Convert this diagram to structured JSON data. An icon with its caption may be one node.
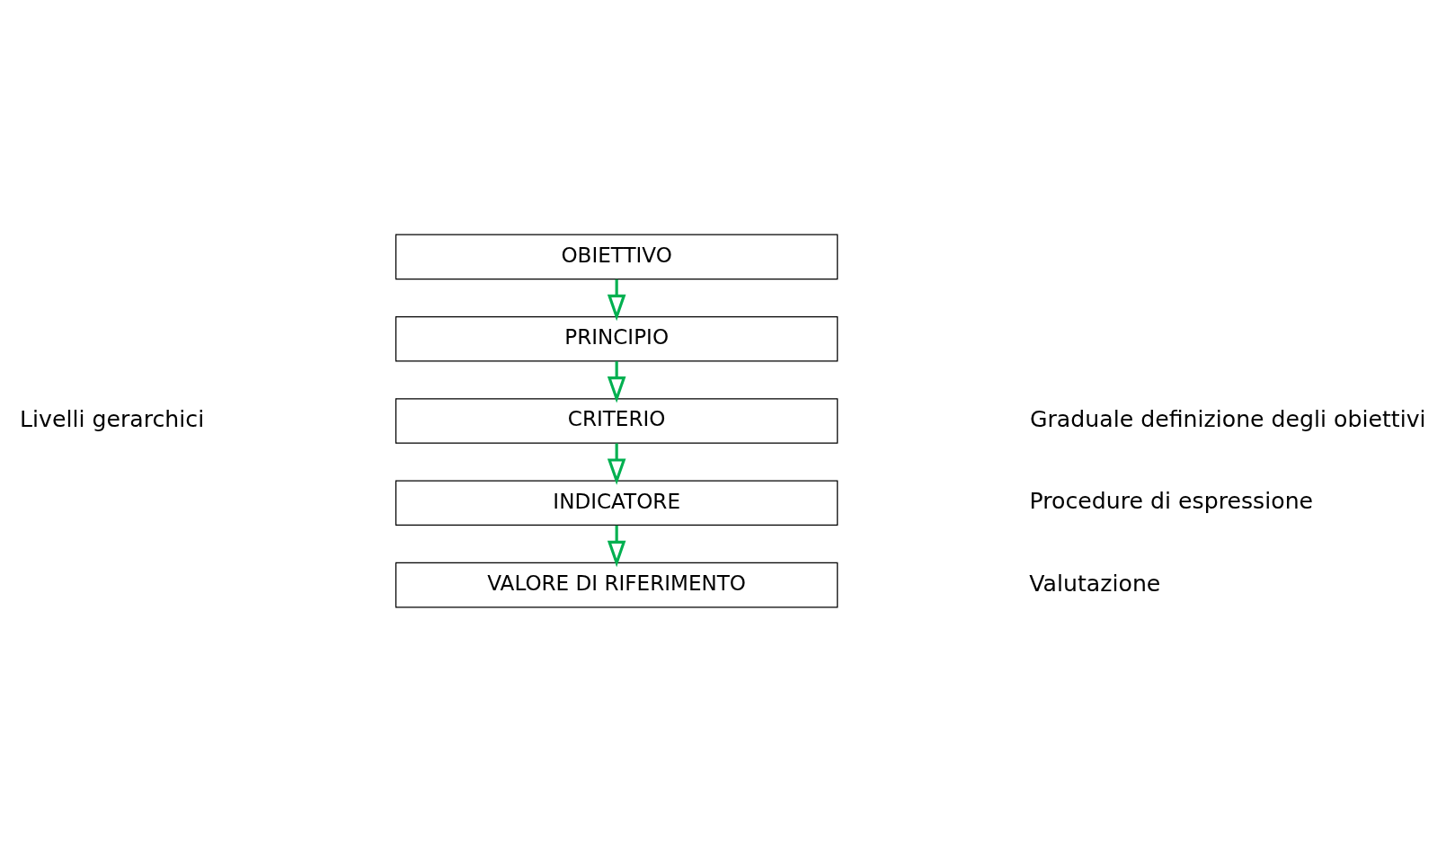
{
  "diagram": {
    "nodes": [
      {
        "text": [
          "OBIETTIVO"
        ]
      },
      {
        "text": [
          "PRINCIPIO"
        ]
      },
      {
        "text": [
          "CRITERIO"
        ]
      },
      {
        "text": [
          "INDICATORE"
        ]
      },
      {
        "text": [
          "VALORE DI RIFERIMENTO"
        ]
      }
    ],
    "edges": [
      {
        "from": 0,
        "to": 1,
        "arrow": "to"
      },
      {
        "from": 1,
        "to": 2,
        "arrow": "to"
      },
      {
        "from": 2,
        "to": 3,
        "arrow": "to"
      },
      {
        "from": 3,
        "to": 4,
        "arrow": "to"
      }
    ],
    "labels": [
      "Livelli gerarchici",
      "Graduale definizione degli obiettivi",
      "Procedure di espressione",
      "Valutazione"
    ]
  }
}
